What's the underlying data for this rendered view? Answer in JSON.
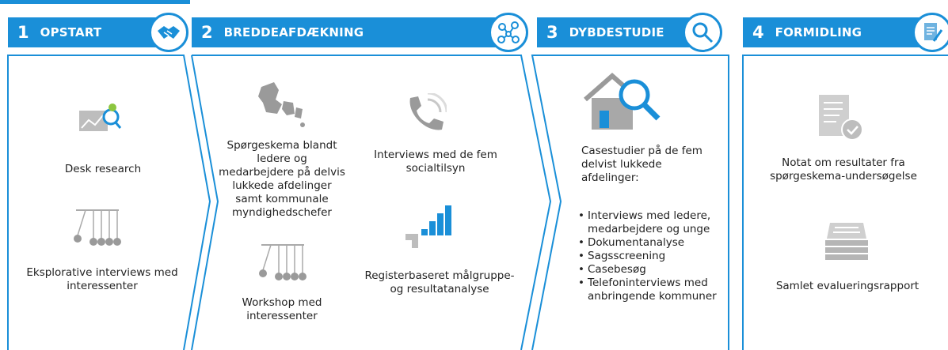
{
  "phases": [
    {
      "number": "1",
      "title": "OPSTART",
      "icon": "handshake-icon"
    },
    {
      "number": "2",
      "title": "BREDDEAFDÆKNING",
      "icon": "network-icon"
    },
    {
      "number": "3",
      "title": "DYBDESTUDIE",
      "icon": "magnifier-icon"
    },
    {
      "number": "4",
      "title": "FORMIDLING",
      "icon": "document-pen-icon"
    }
  ],
  "opstart": {
    "item1": "Desk research",
    "item2": "Eksplorative interviews med interessenter"
  },
  "breddeafdaekning": {
    "survey": "Spørgeskema blandt ledere og medarbejdere på delvis lukkede afdelinger samt kommunale myndighedschefer",
    "interviews": "Interviews med de fem socialtilsyn",
    "workshop": "Workshop med interessenter",
    "register": "Registerbaseret målgruppe- og resultatanalyse"
  },
  "dybdestudie": {
    "intro": "Casestudier på de fem delvist lukkede afdelinger:",
    "bullets": [
      "Interviews med ledere, medarbejdere og unge",
      "Dokumentanalyse",
      "Sagsscreening",
      "Casebesøg",
      "Telefoninterviews med anbringende kommuner"
    ]
  },
  "formidling": {
    "item1": "Notat om resultater fra spørgeskema-undersøgelse",
    "item2": "Samlet evalueringsrapport"
  },
  "colors": {
    "accent": "#1a8fd8",
    "icon_gray": "#a8a8a8",
    "icon_blue": "#1a8fd8"
  }
}
